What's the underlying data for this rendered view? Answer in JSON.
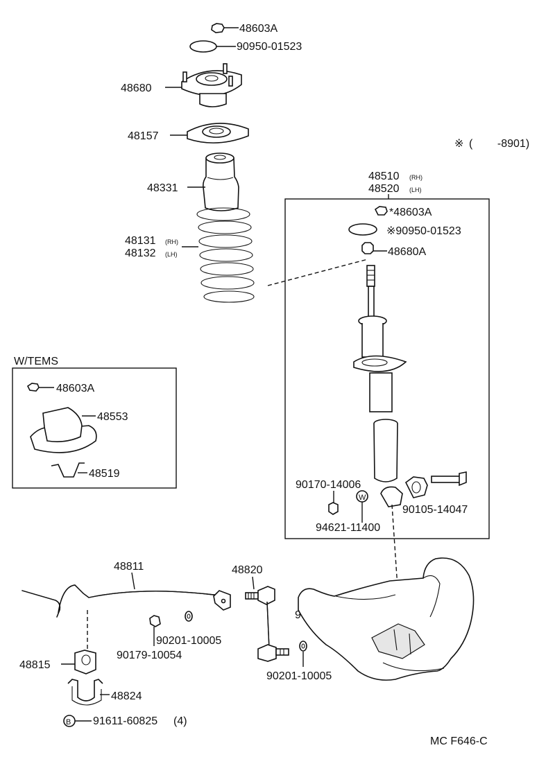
{
  "diagram_code": "MC F646-C",
  "note": {
    "symbol": "※",
    "text": "(        -8901)"
  },
  "labels": {
    "p48603A_top": "48603A",
    "p90950_top": "90950-01523",
    "p48680": "48680",
    "p48157": "48157",
    "p48331": "48331",
    "p48131": "48131",
    "p48131_side": "(RH)",
    "p48132": "48132",
    "p48132_side": "(LH)",
    "p48510": "48510",
    "p48510_side": "(RH)",
    "p48520": "48520",
    "p48520_side": "(LH)",
    "p48603A_box": "*48603A",
    "p90950_box": "※90950-01523",
    "p48680A": "48680A",
    "p90170": "90170-14006",
    "p94621": "94621-11400",
    "p90105": "90105-14047",
    "w_mark": "W",
    "tems_title": "W/TEMS",
    "tems_48603A": "48603A",
    "tems_48553": "48553",
    "tems_48519": "48519",
    "p48811": "48811",
    "p48820": "48820",
    "p90179_right": "90179-10054",
    "p90201_left": "90201-10005",
    "p90179_left": "90179-10054",
    "p90201_right": "90201-10005",
    "p48815": "48815",
    "p48824": "48824",
    "b_mark": "B",
    "p91611": "91611-60825",
    "p91611_qty": "(4)"
  }
}
